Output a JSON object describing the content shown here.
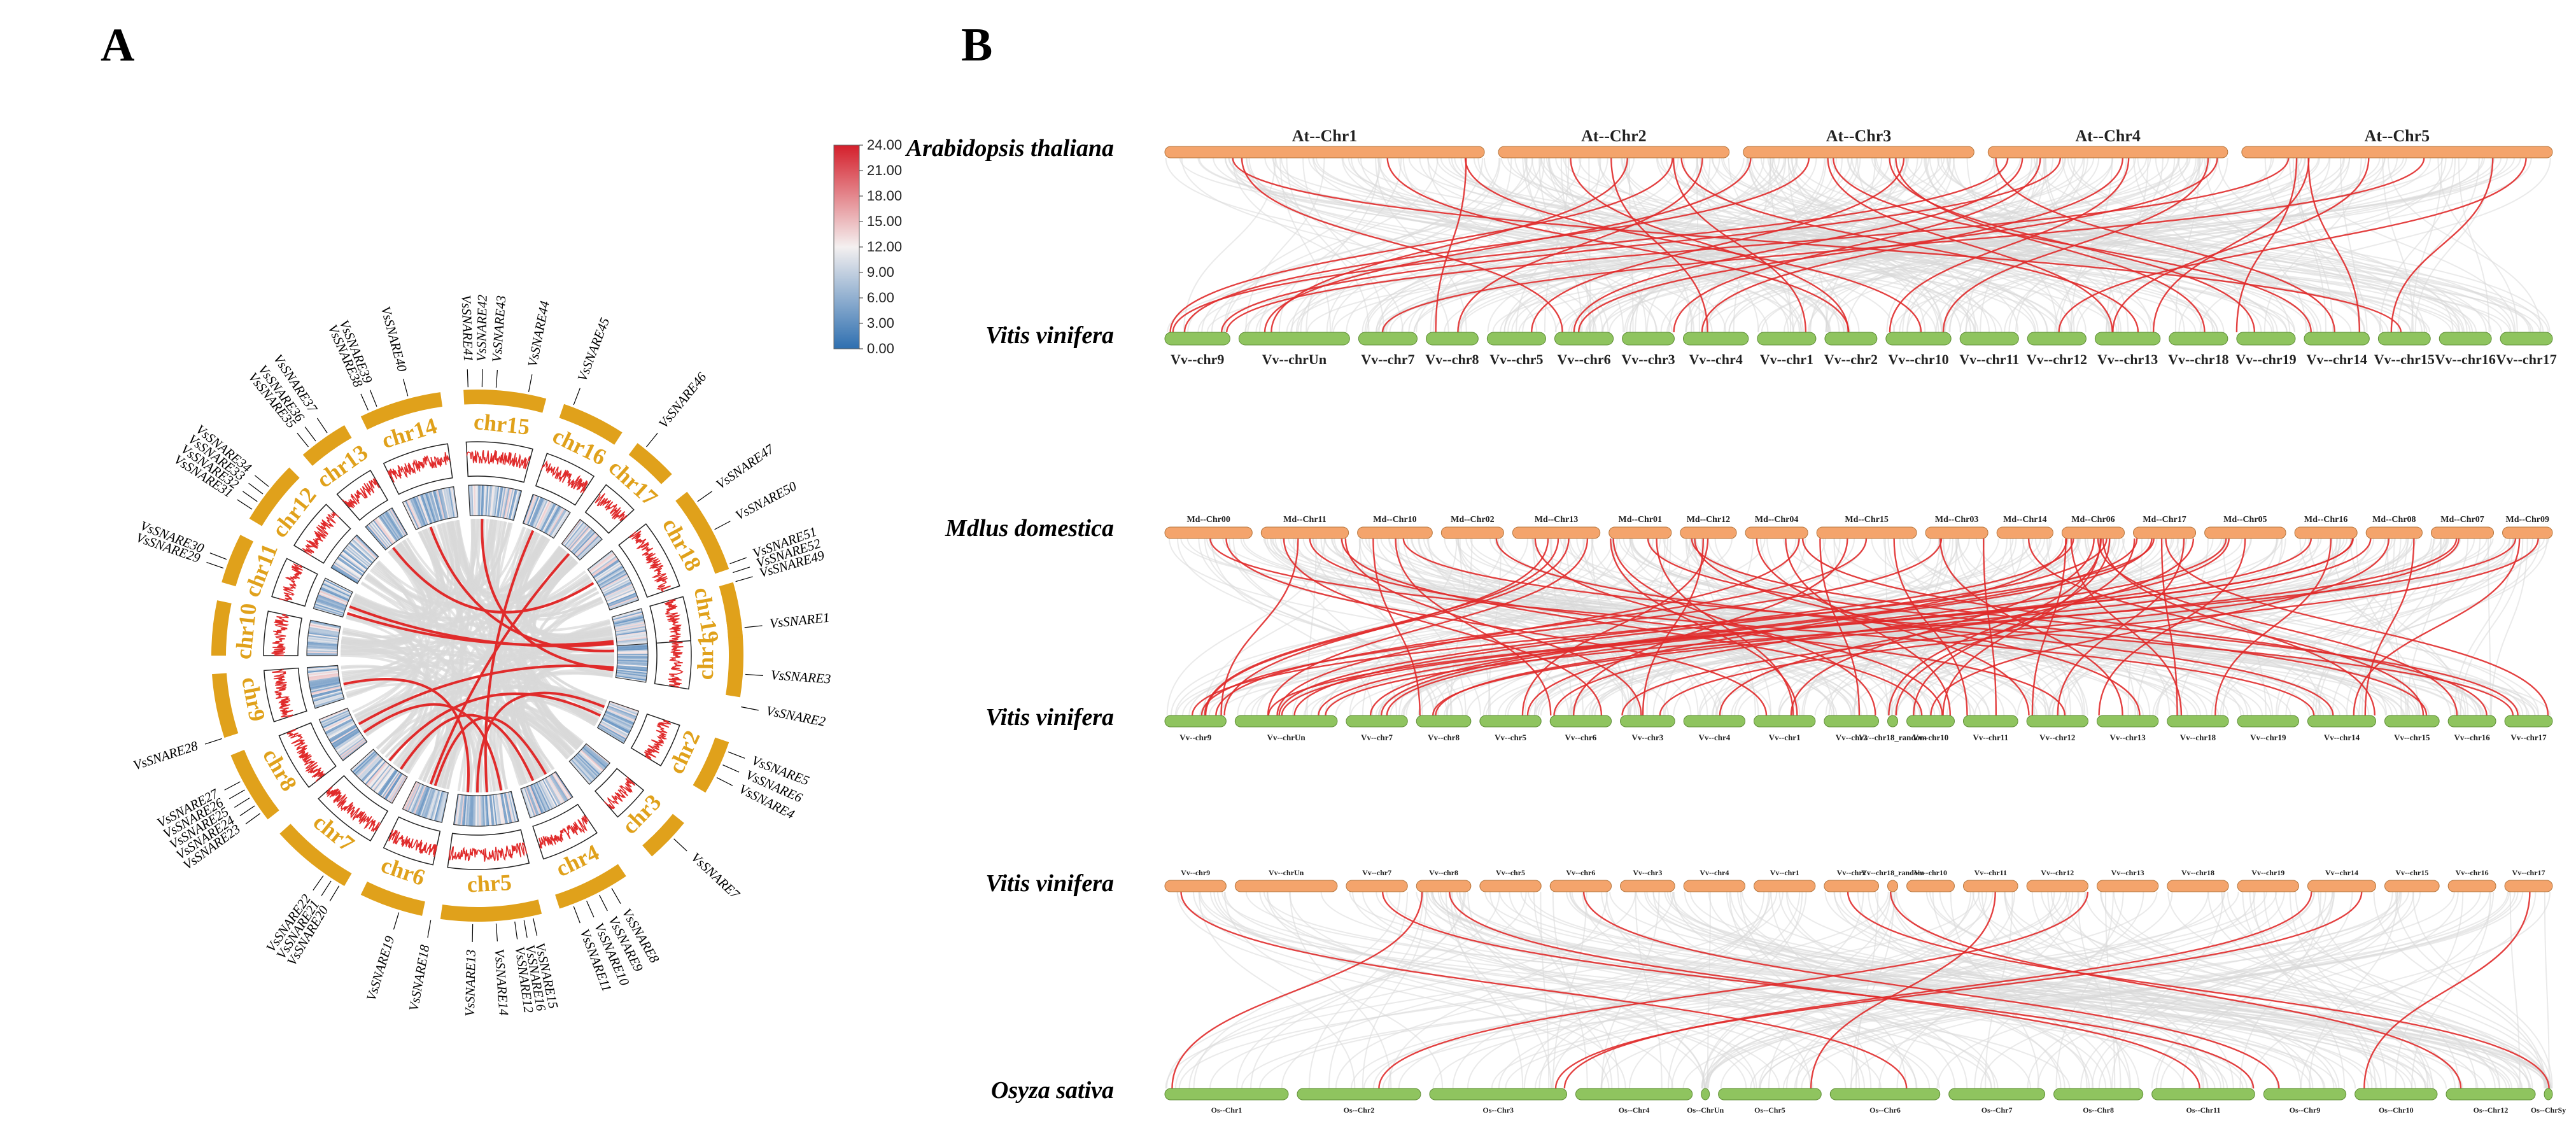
{
  "panels": {
    "a_label": "A",
    "b_label": "B"
  },
  "colors": {
    "chr_circle": "#e0a11b",
    "link_red": "#e02b2b",
    "link_gray": "#d8d8d8",
    "top_track": "#f4a46c",
    "bottom_track": "#8fc45f",
    "heat_low": "#2e6fb0",
    "heat_mid": "#f4f0f0",
    "heat_high": "#d41f2b"
  },
  "panel_a": {
    "chromosomes": [
      "chr1",
      "chr2",
      "chr3",
      "chr4",
      "chr5",
      "chr6",
      "chr7",
      "chr8",
      "chr9",
      "chr10",
      "chr11",
      "chr12",
      "chr13",
      "chr14",
      "chr15",
      "chr16",
      "chr17",
      "chr18",
      "chr19"
    ],
    "genes": [
      {
        "name": "VsSNARE1",
        "chr": "chr1"
      },
      {
        "name": "VsSNARE3",
        "chr": "chr1"
      },
      {
        "name": "VsSNARE2",
        "chr": "chr1"
      },
      {
        "name": "VsSNARE5",
        "chr": "chr2"
      },
      {
        "name": "VsSNARE6",
        "chr": "chr2"
      },
      {
        "name": "VsSNARE4",
        "chr": "chr2"
      },
      {
        "name": "VsSNARE7",
        "chr": "chr3"
      },
      {
        "name": "VsSNARE8",
        "chr": "chr4"
      },
      {
        "name": "VsSNARE9",
        "chr": "chr4"
      },
      {
        "name": "VsSNARE10",
        "chr": "chr4"
      },
      {
        "name": "VsSNARE11",
        "chr": "chr4"
      },
      {
        "name": "VsSNARE12",
        "chr": "chr5"
      },
      {
        "name": "VsSNARE13",
        "chr": "chr5"
      },
      {
        "name": "VsSNARE14",
        "chr": "chr5"
      },
      {
        "name": "VsSNARE15",
        "chr": "chr5"
      },
      {
        "name": "VsSNARE16",
        "chr": "chr5"
      },
      {
        "name": "VsSNARE18",
        "chr": "chr6"
      },
      {
        "name": "VsSNARE19",
        "chr": "chr6"
      },
      {
        "name": "VsSNARE20",
        "chr": "chr7"
      },
      {
        "name": "VsSNARE21",
        "chr": "chr7"
      },
      {
        "name": "VsSNARE22",
        "chr": "chr7"
      },
      {
        "name": "VsSNARE23",
        "chr": "chr8"
      },
      {
        "name": "VsSNARE24",
        "chr": "chr8"
      },
      {
        "name": "VsSNARE25",
        "chr": "chr8"
      },
      {
        "name": "VsSNARE26",
        "chr": "chr8"
      },
      {
        "name": "VsSNARE27",
        "chr": "chr8"
      },
      {
        "name": "VsSNARE28",
        "chr": "chr9"
      },
      {
        "name": "VsSNARE29",
        "chr": "chr11"
      },
      {
        "name": "VsSNARE30",
        "chr": "chr11"
      },
      {
        "name": "VsSNARE31",
        "chr": "chr12"
      },
      {
        "name": "VsSNARE32",
        "chr": "chr12"
      },
      {
        "name": "VsSNARE33",
        "chr": "chr12"
      },
      {
        "name": "VsSNARE34",
        "chr": "chr12"
      },
      {
        "name": "VsSNARE35",
        "chr": "chr13"
      },
      {
        "name": "VsSNARE36",
        "chr": "chr13"
      },
      {
        "name": "VsSNARE37",
        "chr": "chr13"
      },
      {
        "name": "VsSNARE38",
        "chr": "chr14"
      },
      {
        "name": "VsSNARE39",
        "chr": "chr14"
      },
      {
        "name": "VsSNARE40",
        "chr": "chr14"
      },
      {
        "name": "VsSNARE41",
        "chr": "chr15"
      },
      {
        "name": "VsSNARE42",
        "chr": "chr15"
      },
      {
        "name": "VsSNARE43",
        "chr": "chr15"
      },
      {
        "name": "VsSNARE44",
        "chr": "chr16"
      },
      {
        "name": "VsSNARE45",
        "chr": "chr16"
      },
      {
        "name": "VsSNARE46",
        "chr": "chr17"
      },
      {
        "name": "VsSNARE47",
        "chr": "chr18"
      },
      {
        "name": "VsSNARE49",
        "chr": "chr19"
      },
      {
        "name": "VsSNARE50",
        "chr": "chr1"
      },
      {
        "name": "VsSNARE51",
        "chr": "chr1"
      },
      {
        "name": "VsSNARE52",
        "chr": "chr1"
      }
    ],
    "legend_ticks": [
      "24.00",
      "21.00",
      "18.00",
      "15.00",
      "12.00",
      "9.00",
      "6.00",
      "3.00",
      "0.00"
    ]
  },
  "panel_b": {
    "blocks": [
      {
        "top_species": "Arabidopsis thaliana",
        "bottom_species": "Vitis vinifera",
        "top_chrs": [
          "At--Chr1",
          "At--Chr2",
          "At--Chr3",
          "At--Chr4",
          "At--Chr5"
        ],
        "bottom_chrs": [
          "Vv--chr9",
          "Vv--chrUn",
          "Vv--chr7",
          "Vv--chr8",
          "Vv--chr5",
          "Vv--chr6",
          "Vv--chr3",
          "Vv--chr4",
          "Vv--chr1",
          "Vv--chr2",
          "Vv--chr10",
          "Vv--chr11",
          "Vv--chr12",
          "Vv--chr13",
          "Vv--chr18",
          "Vv--chr19",
          "Vv--chr14",
          "Vv--chr15",
          "Vv--chr16",
          "Vv--chr17"
        ]
      },
      {
        "top_species": "Mdlus domestica",
        "bottom_species": "Vitis vinifera",
        "top_chrs": [
          "Md--Chr00",
          "Md--Chr11",
          "Md--Chr10",
          "Md--Chr02",
          "Md--Chr13",
          "Md--Chr01",
          "Md--Chr12",
          "Md--Chr04",
          "Md--Chr15",
          "Md--Chr03",
          "Md--Chr14",
          "Md--Chr06",
          "Md--Chr17",
          "Md--Chr05",
          "Md--Chr16",
          "Md--Chr08",
          "Md--Chr07",
          "Md--Chr09"
        ],
        "bottom_chrs": [
          "Vv--chr9",
          "Vv--chrUn",
          "Vv--chr7",
          "Vv--chr8",
          "Vv--chr5",
          "Vv--chr6",
          "Vv--chr3",
          "Vv--chr4",
          "Vv--chr1",
          "Vv--chr2",
          "Vv--chr18_random",
          "Vv--chr10",
          "Vv--chr11",
          "Vv--chr12",
          "Vv--chr13",
          "Vv--chr18",
          "Vv--chr19",
          "Vv--chr14",
          "Vv--chr15",
          "Vv--chr16",
          "Vv--chr17"
        ]
      },
      {
        "top_species": "Vitis vinifera",
        "bottom_species": "Osyza sativa",
        "top_chrs": [
          "Vv--chr9",
          "Vv--chrUn",
          "Vv--chr7",
          "Vv--chr8",
          "Vv--chr5",
          "Vv--chr6",
          "Vv--chr3",
          "Vv--chr4",
          "Vv--chr1",
          "Vv--chr2",
          "Vv--chr18_random",
          "Vv--chr10",
          "Vv--chr11",
          "Vv--chr12",
          "Vv--chr13",
          "Vv--chr18",
          "Vv--chr19",
          "Vv--chr14",
          "Vv--chr15",
          "Vv--chr16",
          "Vv--chr17"
        ],
        "bottom_chrs": [
          "Os--Chr1",
          "Os--Chr2",
          "Os--Chr3",
          "Os--Chr4",
          "Os--ChrUn",
          "Os--Chr5",
          "Os--Chr6",
          "Os--Chr7",
          "Os--Chr8",
          "Os--Chr11",
          "Os--Chr9",
          "Os--Chr10",
          "Os--Chr12",
          "Os--ChrSy"
        ]
      }
    ]
  }
}
